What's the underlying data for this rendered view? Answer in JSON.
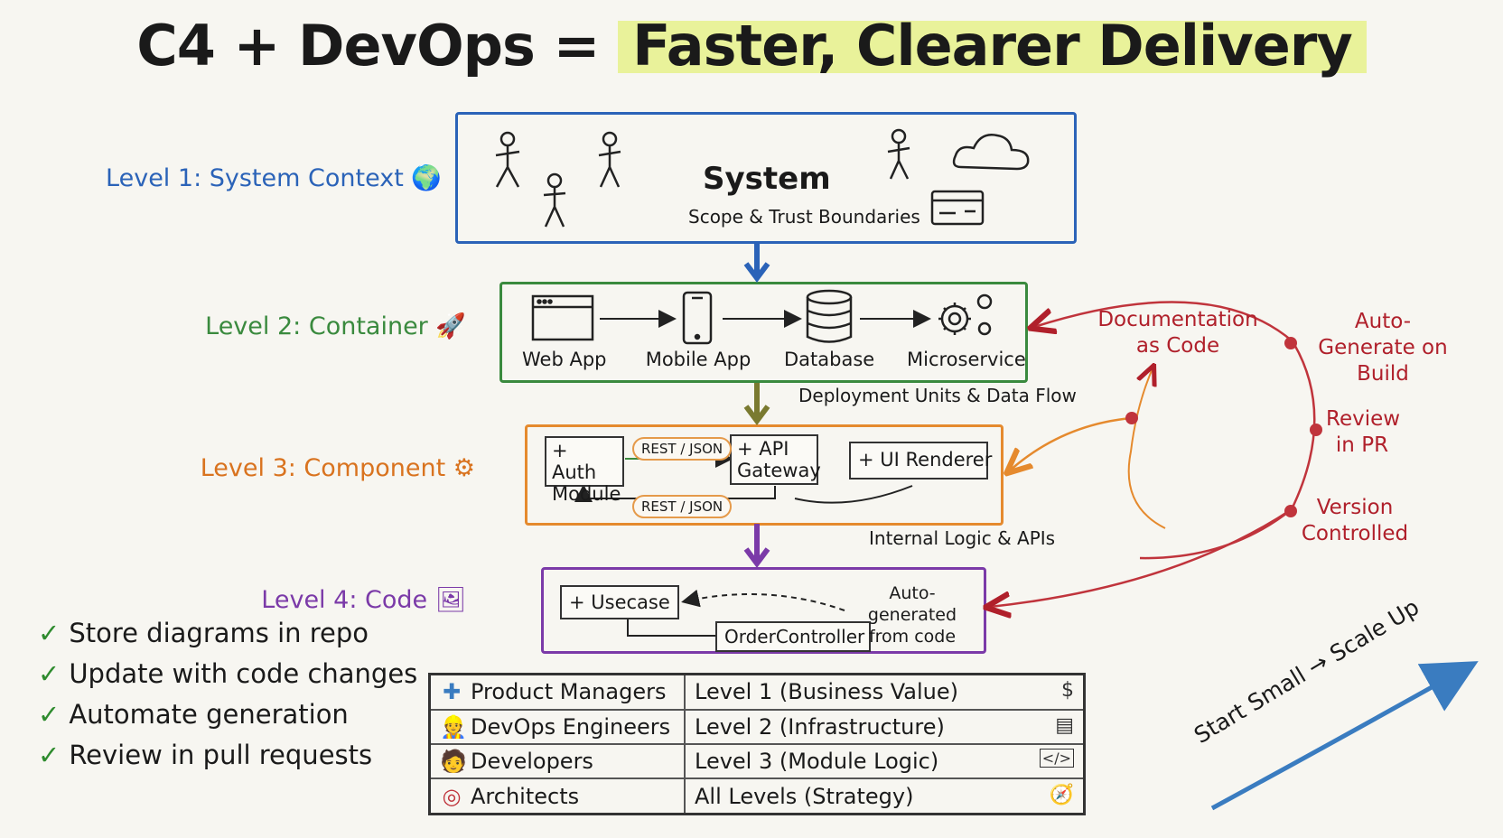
{
  "title": {
    "part1": "C4 + DevOps = ",
    "part2": "Faster, Clearer Delivery"
  },
  "levels": [
    {
      "label": "Level 1: System Context",
      "icon": "globe-icon",
      "color": "#2b63b8"
    },
    {
      "label": "Level 2: Container",
      "icon": "rocket-icon",
      "color": "#3a8a3e"
    },
    {
      "label": "Level 3: Component",
      "icon": "gear-icon",
      "color": "#d9731f"
    },
    {
      "label": "Level 4: Code",
      "icon": "picture-icon",
      "color": "#7b3aa8"
    }
  ],
  "level1": {
    "system": "System",
    "caption": "Scope & Trust Boundaries"
  },
  "level2": {
    "nodes": [
      "Web App",
      "Mobile App",
      "Database",
      "Microservice"
    ],
    "caption": "Deployment Units & Data Flow"
  },
  "level3": {
    "auth": "+ Auth Module",
    "api": "+ API Gateway",
    "ui": "+ UI Renderer",
    "pill_top": "REST / JSON",
    "pill_bottom": "REST / JSON",
    "caption": "Internal Logic & APIs"
  },
  "level4": {
    "usecase": "+ Usecase",
    "controller": "OrderController",
    "note": "Auto-generated from code"
  },
  "cycle": {
    "doc": "Documentation as Code",
    "autogen": "Auto-Generate on Build",
    "review": "Review in PR",
    "version": "Version Controlled"
  },
  "checklist": [
    "Store diagrams in repo",
    "Update with code changes",
    "Automate generation",
    "Review in pull requests"
  ],
  "check_mark": "✓",
  "table": [
    {
      "role": "Product Managers",
      "level": "Level 1 (Business Value)",
      "icon": "plus-icon",
      "ricon": "money-icon"
    },
    {
      "role": "DevOps Engineers",
      "level": "Level 2 (Infrastructure)",
      "icon": "engineer-icon",
      "ricon": "server-icon"
    },
    {
      "role": "Developers",
      "level": "Level 3 (Module Logic)",
      "icon": "developer-icon",
      "ricon": "code-icon"
    },
    {
      "role": "Architects",
      "level": "All Levels (Strategy)",
      "icon": "target-icon",
      "ricon": "compass-icon"
    }
  ],
  "scale_text": "Start Small → Scale Up",
  "colors": {
    "blue": "#2b63b8",
    "green": "#3a8a3e",
    "orange": "#d9731f",
    "purple": "#7b3aa8",
    "red": "#b0202b",
    "highlight": "#e9f29a"
  }
}
